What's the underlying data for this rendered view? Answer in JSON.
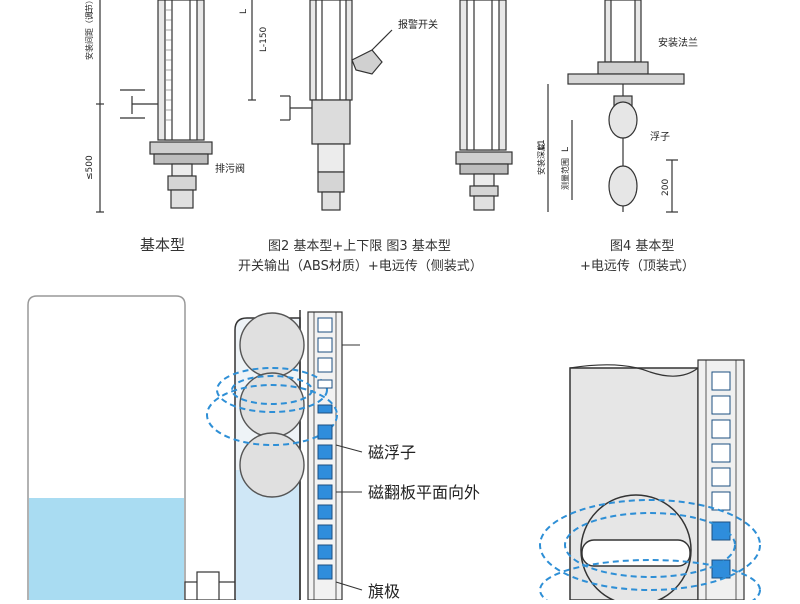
{
  "top": {
    "captions": {
      "fig1": "基本型",
      "fig2_line1": "图2  基本型+上下限  图3 基本型",
      "fig2_line2": "开关输出（ABS材质）+电远传（侧装式）",
      "fig4_line1": "图4  基本型",
      "fig4_line2": "+电远传（顶装式）"
    },
    "labels": {
      "install_distance": "安装间距（调节）",
      "L": "L",
      "L150": "L-150",
      "le500": "≤500",
      "drain_valve": "排污阀",
      "alarm_switch": "报警开关",
      "install_flange": "安装法兰",
      "float": "浮子",
      "install_depth": "安装深度",
      "measure_range": "测量范围",
      "L1": "L1",
      "dim200": "200"
    }
  },
  "bottom": {
    "labels": {
      "magnetic_float": "磁浮子",
      "flap_outward": "磁翻板平面向外",
      "flag": "旗极"
    }
  },
  "colors": {
    "line": "#333333",
    "water": "#a9dcf2",
    "tube_blue": "#cfe7f6",
    "flap_blue": "#2f8ddc",
    "field_blue": "#2e8fd6",
    "body_grey": "#d9d9d9",
    "panel_grey": "#e6e6e6"
  }
}
